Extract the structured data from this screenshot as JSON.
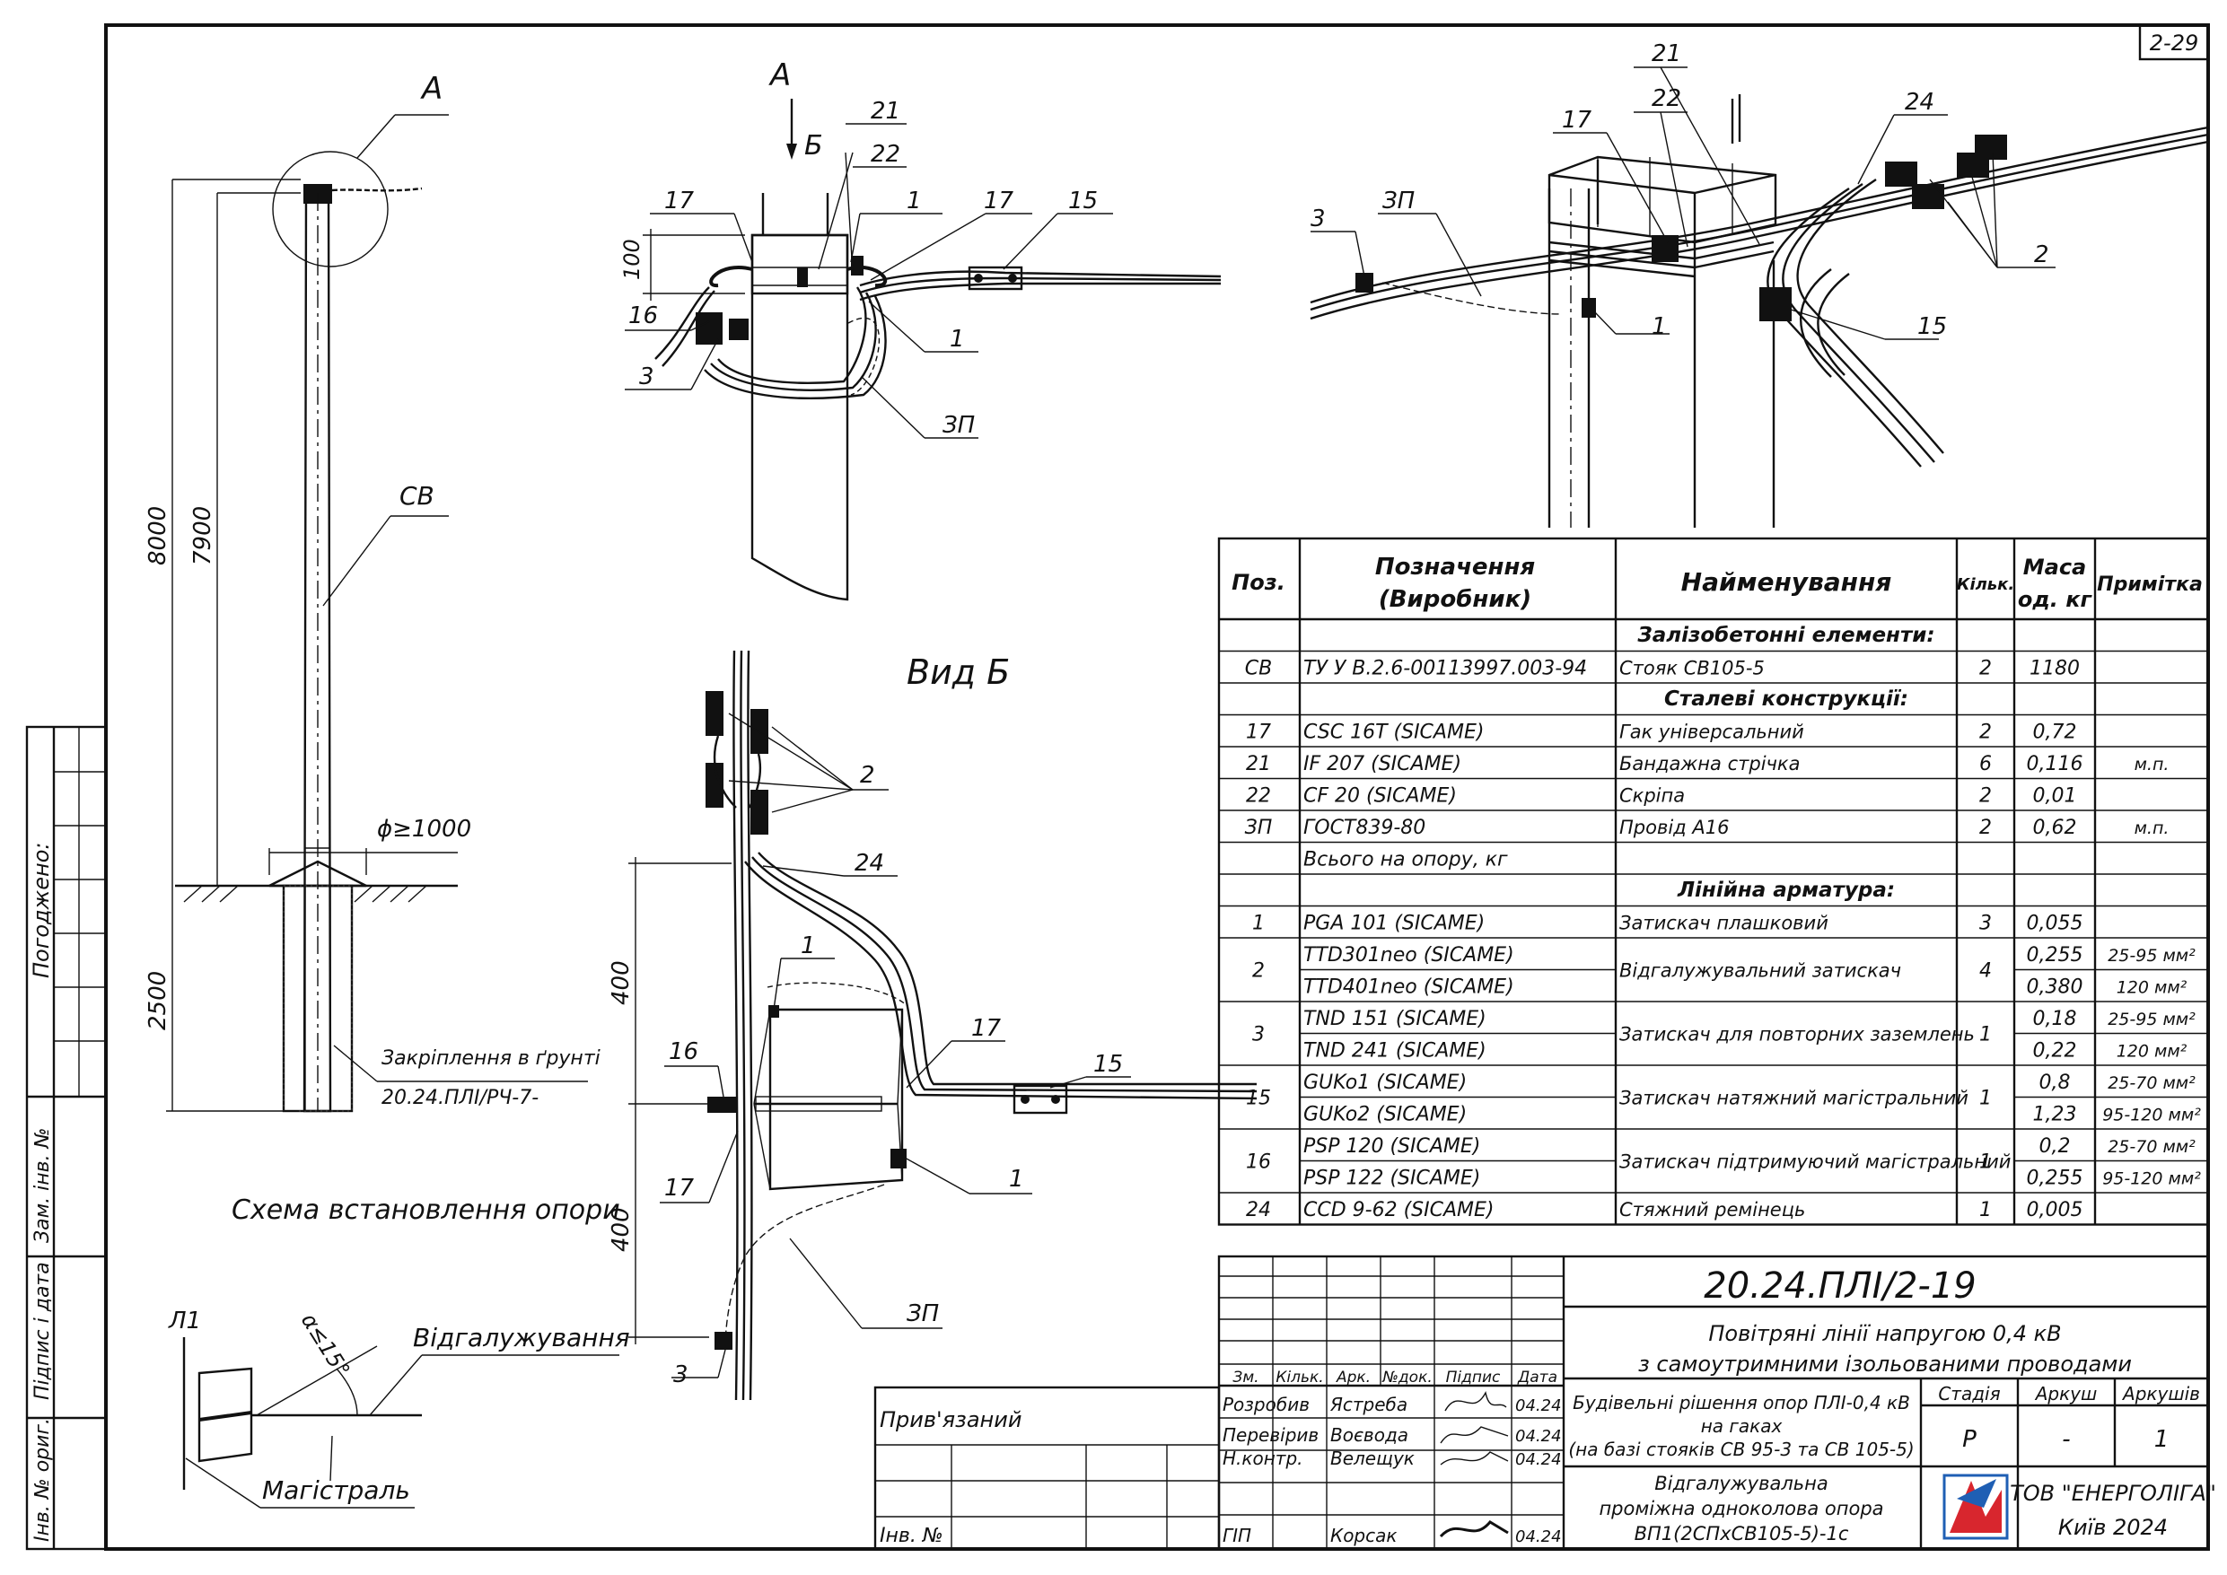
{
  "sheet_number": "2-29",
  "left_margin": {
    "approved": "Погоджено:",
    "replaced_inv": "Зам. інв. №",
    "sign_date": "Підпис і дата",
    "orig_inv": "Інв. № ориг."
  },
  "pole_scheme": {
    "view_a": "А",
    "dim_8000": "8000",
    "dim_7900": "7900",
    "dim_2500": "2500",
    "pole_code": "СВ",
    "diameter": "ϕ≥1000",
    "fixing": "Закріплення в ґрунті",
    "fixing_ref": "20.24.ПЛІ/РЧ-7-",
    "caption": "Схема встановлення опори"
  },
  "top_view": {
    "view_a": "А",
    "view_b": "Б",
    "dim_100": "100",
    "callouts": [
      "21",
      "22",
      "17",
      "1",
      "17",
      "15",
      "16",
      "3",
      "1",
      "ЗП"
    ]
  },
  "view_b": {
    "title": "Вид Б",
    "dim_400_top": "400",
    "dim_400_bottom": "400",
    "callouts": [
      "2",
      "24",
      "1",
      "16",
      "17",
      "15",
      "17",
      "1",
      "ЗП",
      "3"
    ]
  },
  "iso_view": {
    "callouts": [
      "21",
      "22",
      "17",
      "24",
      "3",
      "ЗП",
      "1",
      "15",
      "2"
    ]
  },
  "branch_scheme": {
    "l1": "Л1",
    "angle": "α≤15°",
    "branch": "Відгалужування",
    "main": "Магістраль"
  },
  "spec_table": {
    "headers": {
      "pos": "Поз.",
      "designation_1": "Позначення",
      "designation_2": "(Виробник)",
      "name": "Найменування",
      "qty": "Кільк.",
      "mass_1": "Маса",
      "mass_2": "од. кг",
      "note": "Примітка"
    },
    "rows": [
      {
        "section": "Залізобетонні елементи:"
      },
      {
        "pos": "СВ",
        "designation": "ТУ У В.2.6-00113997.003-94",
        "name": "Стояк СВ105-5",
        "qty": "2",
        "mass": "1180",
        "note": ""
      },
      {
        "section": "Сталеві конструкції:"
      },
      {
        "pos": "17",
        "designation": "CSC 16T   (SICAME)",
        "name": "Гак універсальний",
        "qty": "2",
        "mass": "0,72",
        "note": ""
      },
      {
        "pos": "21",
        "designation": "IF 207   (SICAME)",
        "name": "Бандажна стрічка",
        "qty": "6",
        "mass": "0,116",
        "note": "м.п."
      },
      {
        "pos": "22",
        "designation": "CF 20   (SICAME)",
        "name": "Скріпа",
        "qty": "2",
        "mass": "0,01",
        "note": ""
      },
      {
        "pos": "ЗП",
        "designation": "ГОСТ839-80",
        "name": "Провід А16",
        "qty": "2",
        "mass": "0,62",
        "note": "м.п."
      },
      {
        "pos": "",
        "designation": "Всього на опору, кг",
        "name": "",
        "qty": "",
        "mass": "",
        "note": ""
      },
      {
        "section": "Лінійна арматура:"
      },
      {
        "pos": "1",
        "designation": "PGA 101   (SICAME)",
        "name": "Затискач плашковий",
        "qty": "3",
        "mass": "0,055",
        "note": ""
      },
      {
        "pos": "2",
        "designation": "TTD301neo   (SICAME)",
        "designation2": "TTD401neo   (SICAME)",
        "name": "Відгалужувальний затискач",
        "qty": "4",
        "mass": "0,255",
        "mass2": "0,380",
        "note": "25-95 мм²",
        "note2": "120 мм²"
      },
      {
        "pos": "3",
        "designation": "TND 151   (SICAME)",
        "designation2": "TND 241   (SICAME)",
        "name": "Затискач для повторних заземлень",
        "qty": "1",
        "mass": "0,18",
        "mass2": "0,22",
        "note": "25-95 мм²",
        "note2": "120 мм²"
      },
      {
        "pos": "15",
        "designation": "GUKo1   (SICAME)",
        "designation2": "GUKo2   (SICAME)",
        "name": "Затискач натяжний магістральний",
        "qty": "1",
        "mass": "0,8",
        "mass2": "1,23",
        "note": "25-70 мм²",
        "note2": "95-120 мм²"
      },
      {
        "pos": "16",
        "designation": "PSP 120   (SICAME)",
        "designation2": "PSP 122   (SICAME)",
        "name": "Затискач підтримуючий магістральний",
        "qty": "1",
        "mass": "0,2",
        "mass2": "0,255",
        "note": "25-70 мм²",
        "note2": "95-120 мм²"
      },
      {
        "pos": "24",
        "designation": "CCD 9-62   (SICAME)",
        "name": "Стяжний ремінець",
        "qty": "1",
        "mass": "0,005",
        "note": ""
      }
    ]
  },
  "title_block": {
    "doc_code": "20.24.ПЛІ/2-19",
    "project_1": "Повітряні лінії напругою 0,4 кВ",
    "project_2": "з самоутримними ізольованими проводами",
    "change_headers": [
      "Зм.",
      "Кільк.",
      "Арк.",
      "№док.",
      "Підпис",
      "Дата"
    ],
    "people": [
      {
        "role": "Розробив",
        "name": "Ястреба",
        "date": "04.24"
      },
      {
        "role": "Перевірив",
        "name": "Воєвода",
        "date": "04.24"
      },
      {
        "role": "Н.контр.",
        "name": "Велещук",
        "date": "04.24"
      },
      {
        "role": "ГІП",
        "name": "Корсак",
        "date": "04.24"
      }
    ],
    "section_1": "Будівельні рішення опор ПЛІ-0,4 кВ",
    "section_2": "на гаках",
    "section_3": "(на базі стояків СВ 95-3 та СВ 105-5)",
    "stage_header": "Стадія",
    "sheet_header": "Аркуш",
    "sheets_header": "Аркушів",
    "stage": "Р",
    "sheet": "-",
    "sheets": "1",
    "drawing_1": "Відгалужувальна",
    "drawing_2": "проміжна одноколова опора",
    "drawing_3": "ВП1(2СПхСВ105-5)-1с",
    "company": "ТОВ \"ЕНЕРГОЛІГА\"",
    "city": "Київ 2024",
    "logo_color_red": "#d8262e",
    "logo_color_blue": "#1f5fb4"
  },
  "bound_block": {
    "linked": "Прив'язаний",
    "inv": "Інв. №"
  }
}
